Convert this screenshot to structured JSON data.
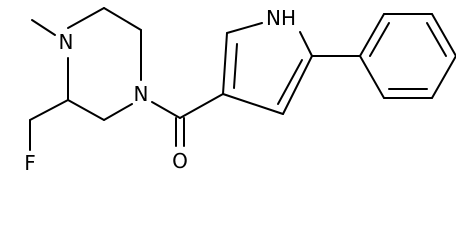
{
  "atoms": {
    "piperazine_n_methyl": "N",
    "piperazine_n_acyl": "N",
    "pyrrole_nh": "NH",
    "carbonyl_oxygen": "O",
    "fluorine": "F"
  }
}
